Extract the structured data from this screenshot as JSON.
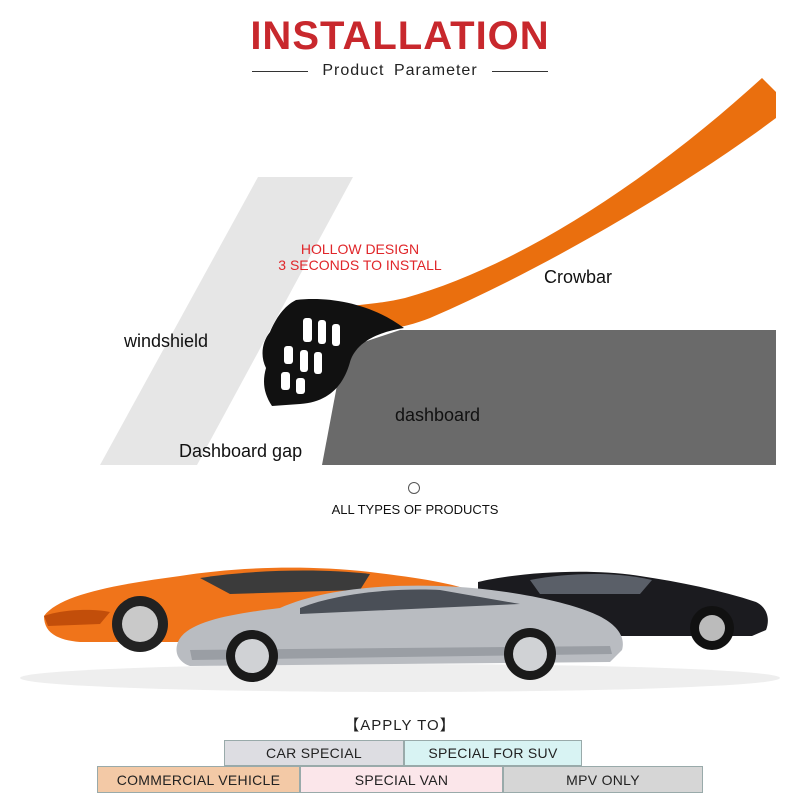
{
  "header": {
    "title": "INSTALLATION",
    "subtitle": "Product  Parameter"
  },
  "diagram": {
    "tagline_line1": "HOLLOW DESIGN",
    "tagline_line2": "3 SECONDS TO INSTALL",
    "label_crowbar": "Crowbar",
    "label_windshield": "windshield",
    "label_dashboard": "dashboard",
    "label_gap": "Dashboard gap",
    "colors": {
      "crowbar": "#ea6f0e",
      "dashboard": "#6a6a6a",
      "windshield": "#e6e6e6",
      "seal": "#111111",
      "tagline": "#e0262a"
    }
  },
  "products": {
    "heading": "ALL TYPES OF PRODUCTS",
    "cars": [
      "orange-sports-car",
      "silver-sedan",
      "black-sedan"
    ]
  },
  "apply": {
    "heading": "【APPLY TO】",
    "items": [
      {
        "label": "CAR SPECIAL",
        "color": "#dddde2"
      },
      {
        "label": "SPECIAL FOR SUV",
        "color": "#d8f3f3"
      },
      {
        "label": "COMMERCIAL VEHICLE",
        "color": "#f3c9a6"
      },
      {
        "label": "SPECIAL VAN",
        "color": "#fbe6ea"
      },
      {
        "label": "MPV ONLY",
        "color": "#d6d6d6"
      }
    ]
  }
}
